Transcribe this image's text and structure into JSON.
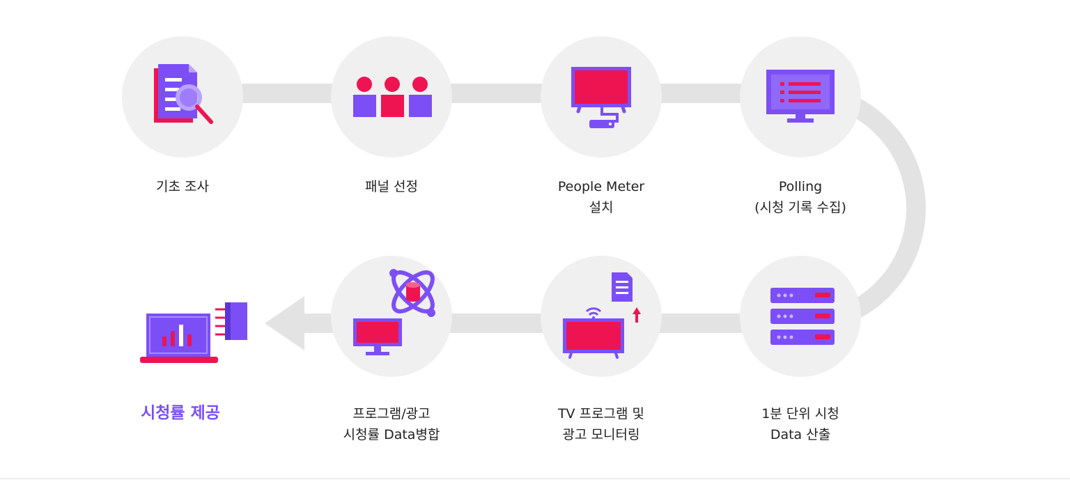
{
  "colors": {
    "track": "#e3e3e3",
    "circle": "#f0f0f0",
    "pink": "#ee1452",
    "purple": "#7c4ff6",
    "text": "#222222",
    "highlight": "#7a4ff5"
  },
  "steps": [
    {
      "id": "basic-survey",
      "icon": "document-search-icon",
      "lines": [
        "기초 조사"
      ]
    },
    {
      "id": "panel-selection",
      "icon": "panel-people-icon",
      "lines": [
        "패널 선정"
      ]
    },
    {
      "id": "people-meter",
      "icon": "tv-meter-icon",
      "lines": [
        "People Meter",
        "설치"
      ]
    },
    {
      "id": "polling",
      "icon": "monitor-list-icon",
      "lines": [
        "Polling",
        "(시청 기록 수집)"
      ]
    },
    {
      "id": "minute-data",
      "icon": "server-icon",
      "lines": [
        "1분 단위 시청",
        "Data 산출"
      ]
    },
    {
      "id": "monitoring",
      "icon": "tv-upload-icon",
      "lines": [
        "TV 프로그램 및",
        "광고 모니터링"
      ]
    },
    {
      "id": "data-merge",
      "icon": "atom-database-icon",
      "lines": [
        "프로그램/광고",
        "시청률 Data병합"
      ]
    },
    {
      "id": "rating-provision",
      "icon": "laptop-chart-icon",
      "lines": [
        "시청률 제공"
      ]
    }
  ]
}
